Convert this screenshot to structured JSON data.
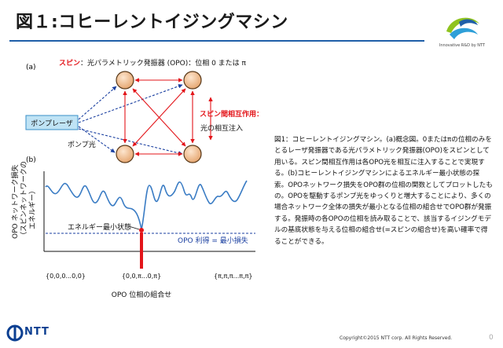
{
  "header": {
    "title": "図１:コヒーレントイジングマシン",
    "logo_tagline": "Innovative R&D by NTT"
  },
  "panel_a": {
    "tag": "(a)",
    "spin_label": "スピン",
    "spin_desc": "：光パラメトリック発振器 (OPO)：位相 0 または π",
    "pump_laser": "ポンプレーザ",
    "pump_light": "ポンプ光",
    "interaction_label": "スピン間相互作用：",
    "injection_label": "光の相互注入"
  },
  "panel_b": {
    "tag": "(b)",
    "ylabel_1": "OPO ネットワーク損失",
    "ylabel_2": "（スピンネットワークの",
    "ylabel_3": "エネルギー）",
    "min_state_label": "エネルギー最小状態",
    "gain_label": "OPO 利得 = 最小損失",
    "xtick_left": "{0,0,0...0,0}",
    "xtick_mid": "{0,0,π...0,π}",
    "xtick_right": "{π,π,π...π,π}",
    "xlabel": "OPO 位相の組合せ"
  },
  "description": "図1：コヒーレントイジングマシン。(a)概念図。0またはπの位相のみをとるレーザ発振器である光パラメトリック発振器(OPO)をスピンとして用いる。スピン間相互作用は各OPO光を相互に注入することで実現する。(b)コヒーレントイジングマシンによるエネルギー最小状態の探索。OPOネットワーク損失をOPO群の位相の関数としてプロットしたもの。OPOを駆動するポンプ光をゆっくりと増大することにより、多くの場合ネットワーク全体の損失が最小となる位相の組合せでOPO群が発振する。発振時の各OPOの位相を読み取ることで、該当するイジングモデルの基底状態を与える位相の組合せ(=スピンの組合せ)を高い確率で得ることができる。",
  "footer": {
    "logo_text": "NTT",
    "copyright": "Copyright©2015  NTT corp. All Rights Reserved.",
    "page": "0"
  },
  "colors": {
    "accent_blue": "#1f5fa8",
    "red": "#e3151a",
    "curve_blue": "#3a7cc4",
    "node_fill": "#f3c9a0"
  },
  "icons": {
    "ntt_logo": "ntt-logo-icon",
    "innovative_logo": "swoosh-logo-icon"
  }
}
